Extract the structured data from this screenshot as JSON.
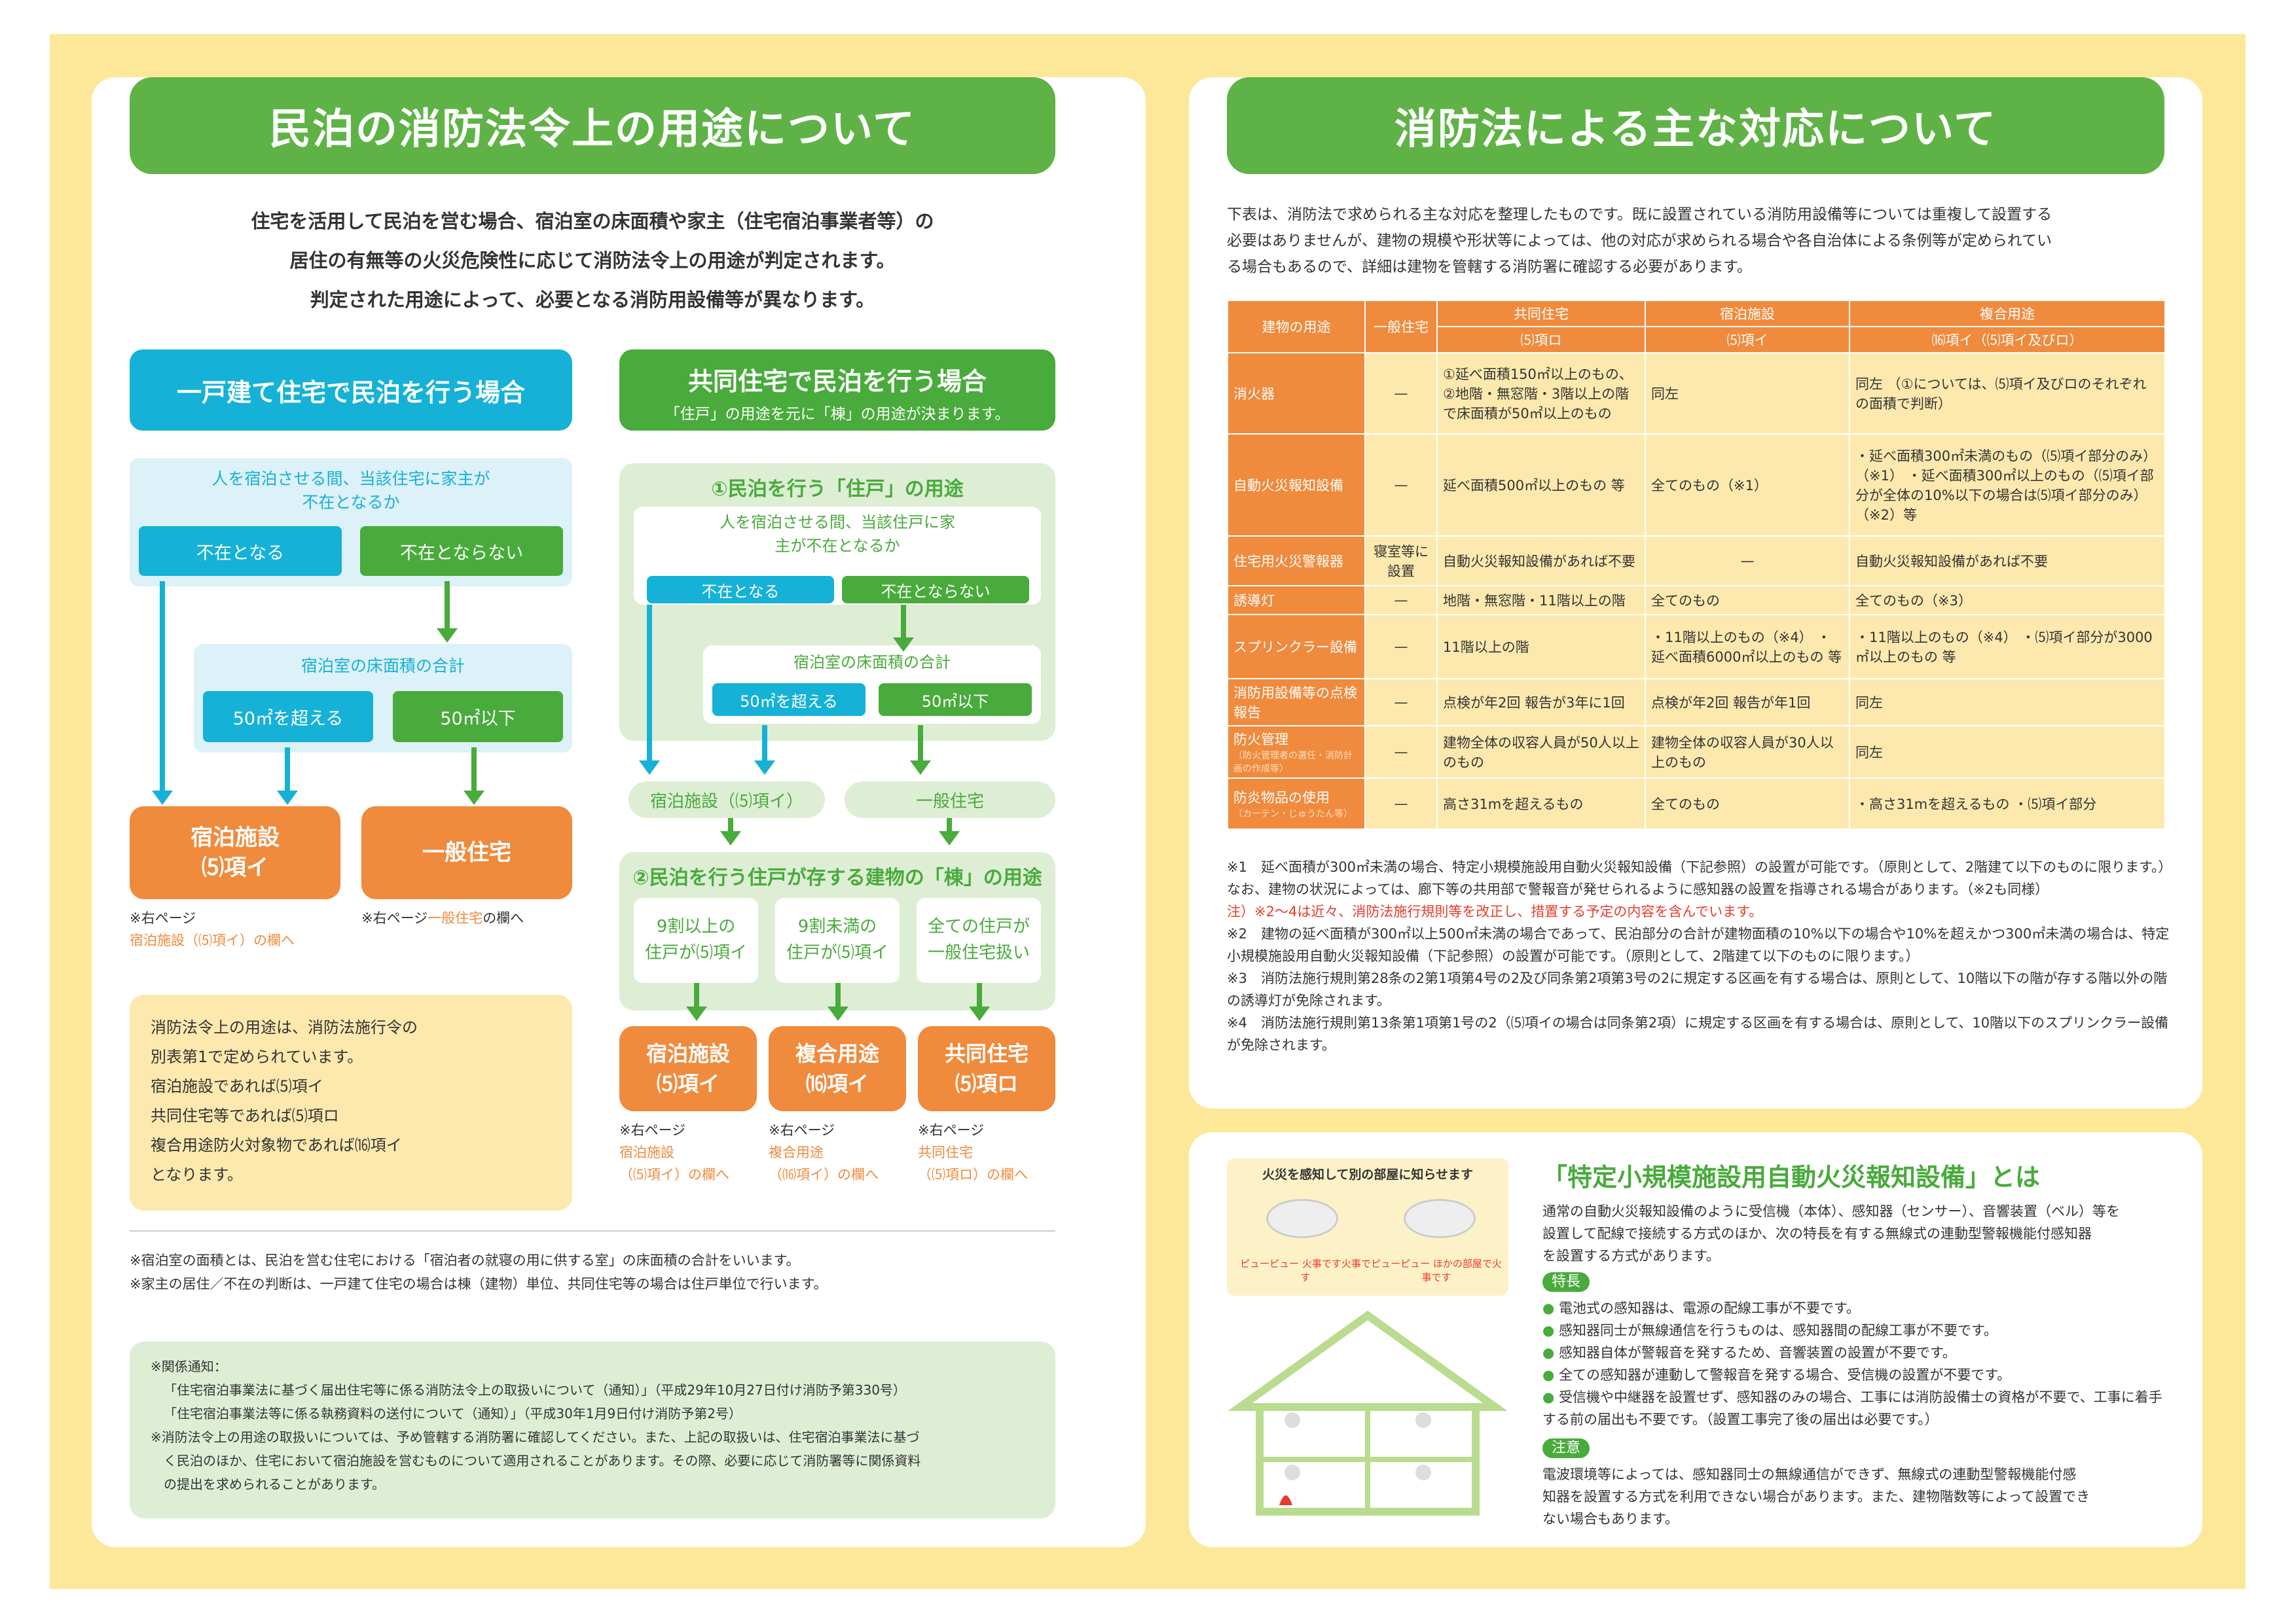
{
  "left": {
    "title": "民泊の消防法令上の用途について",
    "intro": [
      "住宅を活用して民泊を営む場合、宿泊室の床面積や家主（住宅宿泊事業者等）の",
      "居住の有無等の火災危険性に応じて消防法令上の用途が判定されます。",
      "判定された用途によって、必要となる消防用設備等が異なります。"
    ],
    "detached": {
      "header": "一戸建て住宅で民泊を行う場合",
      "q1": "人を宿泊させる間、当該住宅に家主が不在となるか",
      "yes": "不在となる",
      "no": "不在とならない",
      "q2": "宿泊室の床面積の合計",
      "over": "50㎡を超える",
      "under": "50㎡以下",
      "r1": [
        "宿泊施設",
        "⑸項イ"
      ],
      "r2": "一般住宅",
      "n1": [
        "※右ページ",
        "宿泊施設（⑸項イ）の欄へ"
      ],
      "n2": [
        "※右ページ",
        "一般住宅",
        "の欄へ"
      ]
    },
    "apartment": {
      "header": "共同住宅で民泊を行う場合",
      "sub": "「住戸」の用途を元に「棟」の用途が決まります。",
      "s1": "①民泊を行う「住戸」の用途",
      "q1": "人を宿泊させる間、当該住戸に家主が不在となるか",
      "yes": "不在となる",
      "no": "不在とならない",
      "q2": "宿泊室の床面積の合計",
      "over": "50㎡を超える",
      "under": "50㎡以下",
      "m1": "宿泊施設（⑸項イ）",
      "m2": "一般住宅",
      "s2": "②民泊を行う住戸が存する建物の「棟」の用途",
      "c1": [
        "9割以上の",
        "住戸が⑸項イ"
      ],
      "c2": [
        "9割未満の",
        "住戸が⑸項イ"
      ],
      "c3": [
        "全ての住戸が",
        "一般住宅扱い"
      ],
      "r1": [
        "宿泊施設",
        "⑸項イ"
      ],
      "r2": [
        "複合用途",
        "⒃項イ"
      ],
      "r3": [
        "共同住宅",
        "⑸項ロ"
      ],
      "n1": [
        "※右ページ",
        "宿泊施設",
        "（⑸項イ）の欄へ"
      ],
      "n2": [
        "※右ページ",
        "複合用途",
        "（⒃項イ）の欄へ"
      ],
      "n3": [
        "※右ページ",
        "共同住宅",
        "（⑸項ロ）の欄へ"
      ]
    },
    "yellow_note": [
      "消防法令上の用途は、消防法施行令の",
      "別表第1で定められています。",
      "宿泊施設であれば⑸項イ",
      "共同住宅等であれば⑸項ロ",
      "複合用途防火対象物であれば⒃項イ",
      "となります。"
    ],
    "footnotes": [
      "※宿泊室の面積とは、民泊を営む住宅における「宿泊者の就寝の用に供する室」の床面積の合計をいいます。",
      "※家主の居住／不在の判断は、一戸建て住宅の場合は棟（建物）単位、共同住宅等の場合は住戸単位で行います。"
    ],
    "related": [
      "※関係通知：",
      "「住宅宿泊事業法に基づく届出住宅等に係る消防法令上の取扱いについて（通知）」（平成29年10月27日付け消防予第330号）",
      "「住宅宿泊事業法等に係る執務資料の送付について（通知）」（平成30年1月9日付け消防予第2号）",
      "※消防法令上の用途の取扱いについては、予め管轄する消防署に確認してください。また、上記の取扱いは、住宅宿泊事業法に基づ",
      "く民泊のほか、住宅において宿泊施設を営むものについて適用されることがあります。その際、必要に応じて消防署等に関係資料",
      "の提出を求められることがあります。"
    ]
  },
  "right": {
    "title": "消防法による主な対応について",
    "intro": [
      "下表は、消防法で求められる主な対応を整理したものです。既に設置されている消防用設備等については重複して設置する",
      "必要はありませんが、建物の規模や形状等によっては、他の対応が求められる場合や各自治体による条例等が定められてい",
      "る場合もあるので、詳細は建物を管轄する消防署に確認する必要があります。"
    ],
    "table": {
      "headers": [
        "建物の用途",
        "一般住宅",
        "共同住宅",
        "宿泊施設",
        "複合用途"
      ],
      "subheaders": [
        "⑸項ロ",
        "⑸項イ",
        "⒃項イ（⑸項イ及びロ）"
      ],
      "rows": [
        {
          "name": "消火器",
          "c1": "—",
          "c2": "①延べ面積150㎡以上のもの、②地階・無窓階・3階以上の階で床面積が50㎡以上のもの",
          "c3": "同左",
          "c4": "同左 （①については、⑸項イ及びロのそれぞれの面積で判断）"
        },
        {
          "name": "自動火災報知設備",
          "c1": "—",
          "c2": "延べ面積500㎡以上のもの 等",
          "c3": "全てのもの（※1）",
          "c4": "・延べ面積300㎡未満のもの（⑸項イ部分のみ）（※1） ・延べ面積300㎡以上のもの（⑸項イ部分が全体の10%以下の場合は⑸項イ部分のみ）（※2）等"
        },
        {
          "name": "住宅用火災警報器",
          "c1": "寝室等に設置",
          "c2": "自動火災報知設備があれば不要",
          "c3": "—",
          "c4": "自動火災報知設備があれば不要"
        },
        {
          "name": "誘導灯",
          "c1": "—",
          "c2": "地階・無窓階・11階以上の階",
          "c3": "全てのもの",
          "c4": "全てのもの（※3）"
        },
        {
          "name": "スプリンクラー設備",
          "c1": "—",
          "c2": "11階以上の階",
          "c3": "・11階以上のもの（※4） ・延べ面積6000㎡以上のもの 等",
          "c4": "・11階以上のもの（※4） ・⑸項イ部分が3000㎡以上のもの 等"
        },
        {
          "name": "消防用設備等の点検報告",
          "c1": "—",
          "c2": "点検が年2回 報告が3年に1回",
          "c3": "点検が年2回 報告が年1回",
          "c4": "同左"
        },
        {
          "name": "防火管理",
          "sub": "（防火管理者の選任・消防計画の作成等）",
          "c1": "—",
          "c2": "建物全体の収容人員が50人以上のもの",
          "c3": "建物全体の収容人員が30人以上のもの",
          "c4": "同左"
        },
        {
          "name": "防炎物品の使用",
          "sub": "（カーテン・じゅうたん等）",
          "c1": "—",
          "c2": "高さ31mを超えるもの",
          "c3": "全てのもの",
          "c4": "・高さ31mを超えるもの ・⑸項イ部分"
        }
      ]
    },
    "notes": [
      "※1　延べ面積が300㎡未満の場合、特定小規模施設用自動火災報知設備（下記参照）の設置が可能です。（原則として、2階建て以下のものに限ります。）なお、建物の状況によっては、廊下等の共用部で警報音が発せられるように感知器の設置を指導される場合があります。（※2も同様）",
      "注）※2～4は近々、消防法施行規則等を改正し、措置する予定の内容を含んでいます。",
      "※2　建物の延べ面積が300㎡以上500㎡未満の場合であって、民泊部分の合計が建物面積の10%以下の場合や10%を超えかつ300㎡未満の場合は、特定小規模施設用自動火災報知設備（下記参照）の設置が可能です。（原則として、2階建て以下のものに限ります。）",
      "※3　消防法施行規則第28条の2第1項第4号の2及び同条第2項第3号の2に規定する区画を有する場合は、原則として、10階以下の階が存する階以外の階の誘導灯が免除されます。",
      "※4　消防法施行規則第13条第1項第1号の2（⑸項イの場合は同条第2項）に規定する区画を有する場合は、原則として、10階以下のスプリンクラー設備が免除されます。"
    ],
    "device": {
      "illus_caption": "火災を感知して別の部屋に知らせます",
      "beep1": "ピューピュー 火事です火事です",
      "beep2": "ピューピュー ほかの部屋で火事です",
      "title": "「特定小規模施設用自動火災報知設備」とは",
      "desc": [
        "通常の自動火災報知設備のように受信機（本体）、感知器（センサー）、音響装置（ベル）等を",
        "設置して配線で接続する方式のほか、次の特長を有する無線式の連動型警報機能付感知器",
        "を設置する方式があります。"
      ],
      "feat_label": "特長",
      "features": [
        "電池式の感知器は、電源の配線工事が不要です。",
        "感知器同士が無線通信を行うものは、感知器間の配線工事が不要です。",
        "感知器自体が警報音を発するため、音響装置の設置が不要です。",
        "全ての感知器が連動して警報音を発する場合、受信機の設置が不要です。",
        "受信機や中継器を設置せず、感知器のみの場合、工事には消防設備士の資格が不要で、工事に着手する前の届出も不要です。（設置工事完了後の届出は必要です。）"
      ],
      "caution_label": "注意",
      "caution": [
        "電波環境等によっては、感知器同士の無線通信ができず、無線式の連動型警報機能付感",
        "知器を設置する方式を利用できない場合があります。また、建物階数等によって設置でき",
        "ない場合もあります。"
      ]
    }
  },
  "colors": {
    "green": "#5fb346",
    "blue": "#16b1d6",
    "orange": "#f08a3c",
    "cream": "#fde89a"
  }
}
